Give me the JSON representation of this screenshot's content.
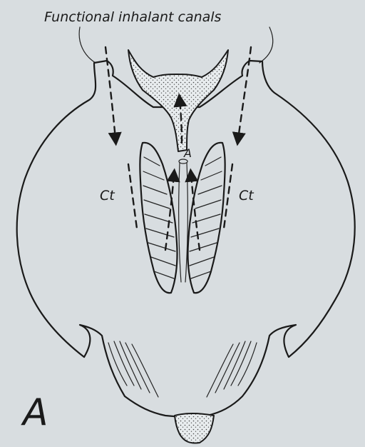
{
  "figure": {
    "top_label": "Functional inhalant canals",
    "left_label": "Ct",
    "right_label": "Ct",
    "center_label": "A",
    "panel_label": "A"
  }
}
